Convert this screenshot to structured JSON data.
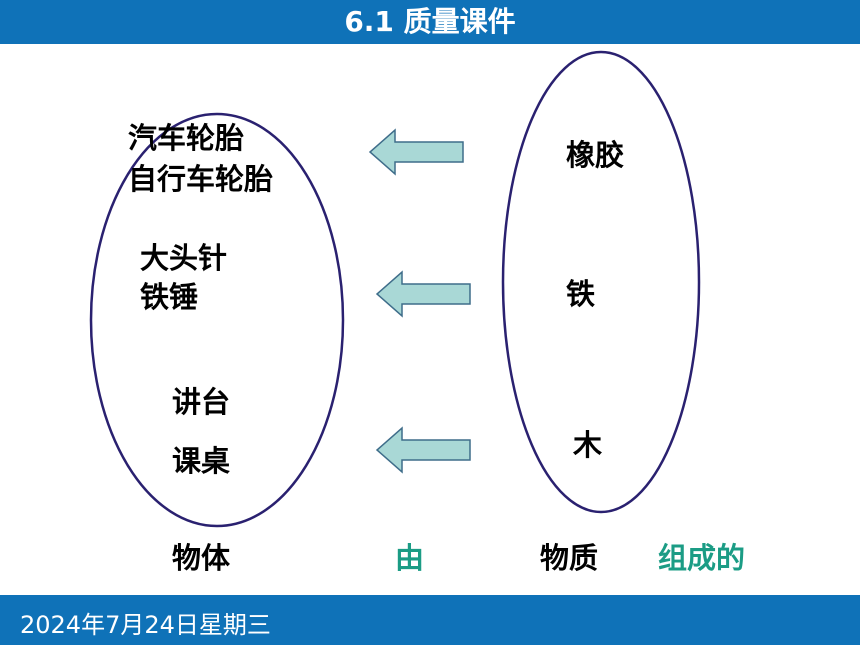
{
  "header": {
    "title": "6.1 质量课件"
  },
  "objects": [
    "汽车轮胎",
    "自行车轮胎",
    "大头针",
    "铁锤",
    "讲台",
    "课桌"
  ],
  "materials": [
    "橡胶",
    "铁",
    "木"
  ],
  "bottom_row": {
    "objects_label": "物体",
    "by_label": "由",
    "material_label": "物质",
    "composed_label": "组成的"
  },
  "footer": {
    "date": "2024年7月24日星期三"
  },
  "colors": {
    "bar": "#0f72b8",
    "ellipse_stroke": "#2a2170",
    "arrow_fill": "#a9d8d6",
    "accent_green": "#1b9c85"
  }
}
